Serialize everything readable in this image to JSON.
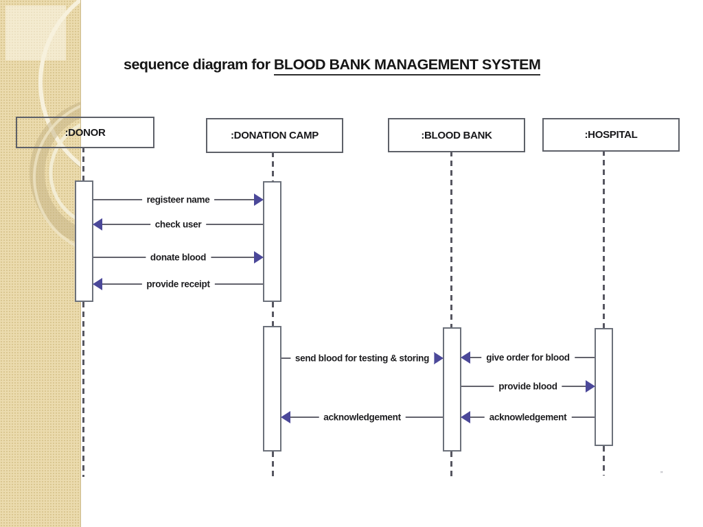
{
  "slide": {
    "title_prefix": "sequence diagram for ",
    "title_emphasis": "BLOOD BANK MANAGEMENT SYSTEM"
  },
  "diagram": {
    "type": "uml-sequence",
    "actors": [
      {
        "label": ":DONOR"
      },
      {
        "label": ":DONATION CAMP"
      },
      {
        "label": ":BLOOD BANK"
      },
      {
        "label": ":HOSPITAL"
      }
    ],
    "messages": [
      {
        "label": "registeer name",
        "from": ":DONOR",
        "to": ":DONATION CAMP",
        "direction": "right"
      },
      {
        "label": "check user",
        "from": ":DONATION CAMP",
        "to": ":DONOR",
        "direction": "left"
      },
      {
        "label": "donate blood",
        "from": ":DONOR",
        "to": ":DONATION CAMP",
        "direction": "right"
      },
      {
        "label": "provide receipt",
        "from": ":DONATION CAMP",
        "to": ":DONOR",
        "direction": "left"
      },
      {
        "label": "send blood for testing & storing",
        "from": ":DONATION CAMP",
        "to": ":BLOOD BANK",
        "direction": "right"
      },
      {
        "label": "give order for blood",
        "from": ":HOSPITAL",
        "to": ":BLOOD BANK",
        "direction": "left"
      },
      {
        "label": "provide blood",
        "from": ":BLOOD BANK",
        "to": ":HOSPITAL",
        "direction": "right"
      },
      {
        "label": "acknowledgement",
        "from": ":BLOOD BANK",
        "to": ":DONATION CAMP",
        "direction": "left"
      },
      {
        "label": "acknowledgement",
        "from": ":HOSPITAL",
        "to": ":BLOOD BANK",
        "direction": "left"
      }
    ],
    "colors": {
      "arrow_head": "#4b4899",
      "line": "#62626c",
      "box_border": "#5d6068",
      "sidebar": "#ebdbae"
    }
  },
  "artifact": {
    "mark": "”"
  }
}
